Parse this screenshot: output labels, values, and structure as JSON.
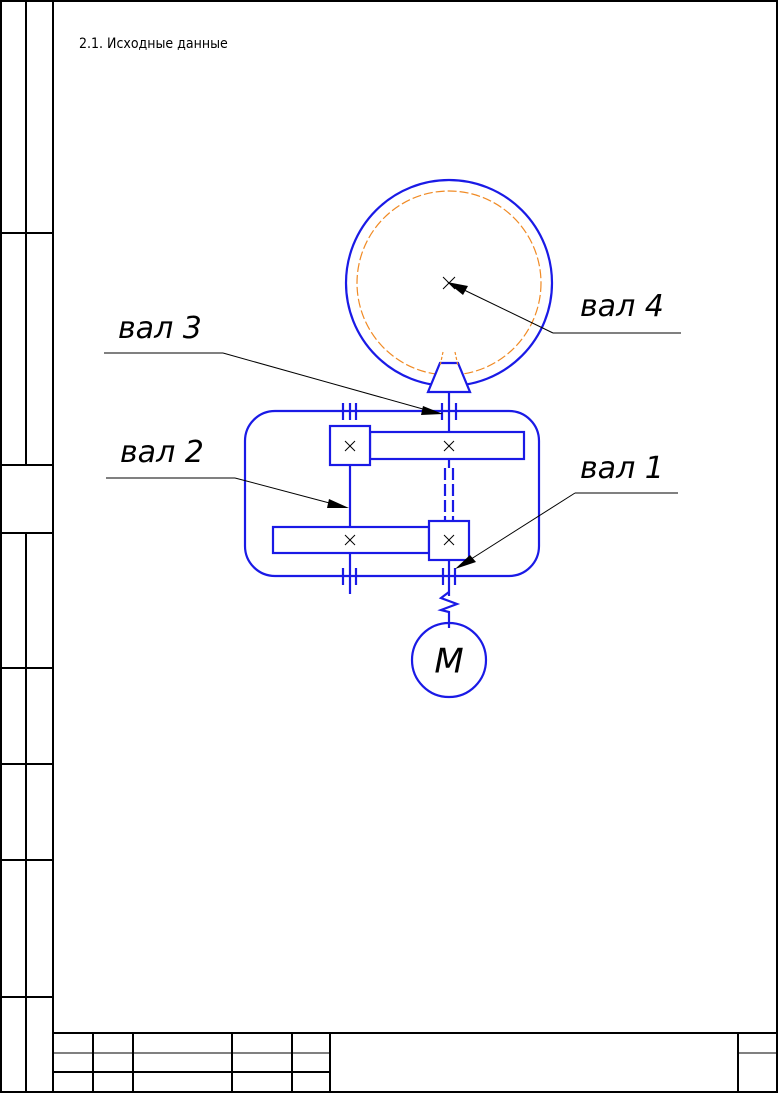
{
  "heading": "2.1. Исходные данные",
  "labels": {
    "shaft1": "вал 1",
    "shaft2": "вал 2",
    "shaft3": "вал 3",
    "shaft4": "вал 4",
    "motor": "M"
  },
  "colors": {
    "scheme": "#1a1ae6",
    "pitch_circle": "#f08a24",
    "frame": "#000000"
  }
}
